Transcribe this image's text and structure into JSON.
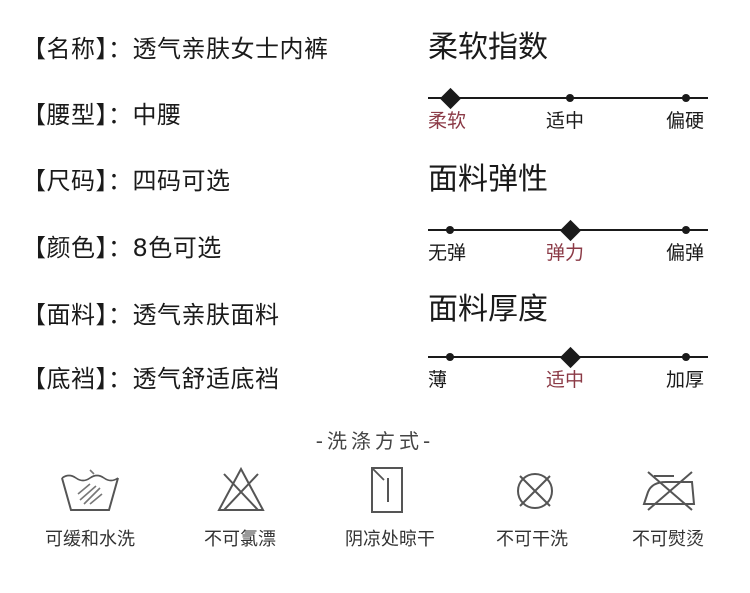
{
  "specs": [
    {
      "key": "【名称】",
      "sep": "：",
      "value": "透气亲肤女士内裤"
    },
    {
      "key": "【腰型】",
      "sep": "：",
      "value": "中腰"
    },
    {
      "key": "【尺码】",
      "sep": "：",
      "value": "四码可选"
    },
    {
      "key": "【颜色】",
      "sep": "：",
      "value": "8色可选"
    },
    {
      "key": "【面料】",
      "sep": "：",
      "value": "透气亲肤面料"
    },
    {
      "key": "【底裆】",
      "sep": "：",
      "value": "透气舒适底裆"
    }
  ],
  "scales": [
    {
      "title": "柔软指数",
      "labels": [
        "柔软",
        "适中",
        "偏硬"
      ],
      "selected_index": 0
    },
    {
      "title": "面料弹性",
      "labels": [
        "无弹",
        "弹力",
        "偏弹"
      ],
      "selected_index": 1
    },
    {
      "title": "面料厚度",
      "labels": [
        "薄",
        "适中",
        "加厚"
      ],
      "selected_index": 1
    }
  ],
  "washing": {
    "title": "-洗涤方式-",
    "items": [
      {
        "icon": "hand-wash-icon",
        "label": "可缓和水洗"
      },
      {
        "icon": "no-bleach-icon",
        "label": "不可氯漂"
      },
      {
        "icon": "shade-dry-icon",
        "label": "阴凉处晾干"
      },
      {
        "icon": "no-dry-clean-icon",
        "label": "不可干洗"
      },
      {
        "icon": "no-iron-icon",
        "label": "不可熨烫"
      }
    ]
  },
  "colors": {
    "text": "#1a1a1a",
    "highlight": "#8b3a46",
    "icon": "#555555"
  }
}
